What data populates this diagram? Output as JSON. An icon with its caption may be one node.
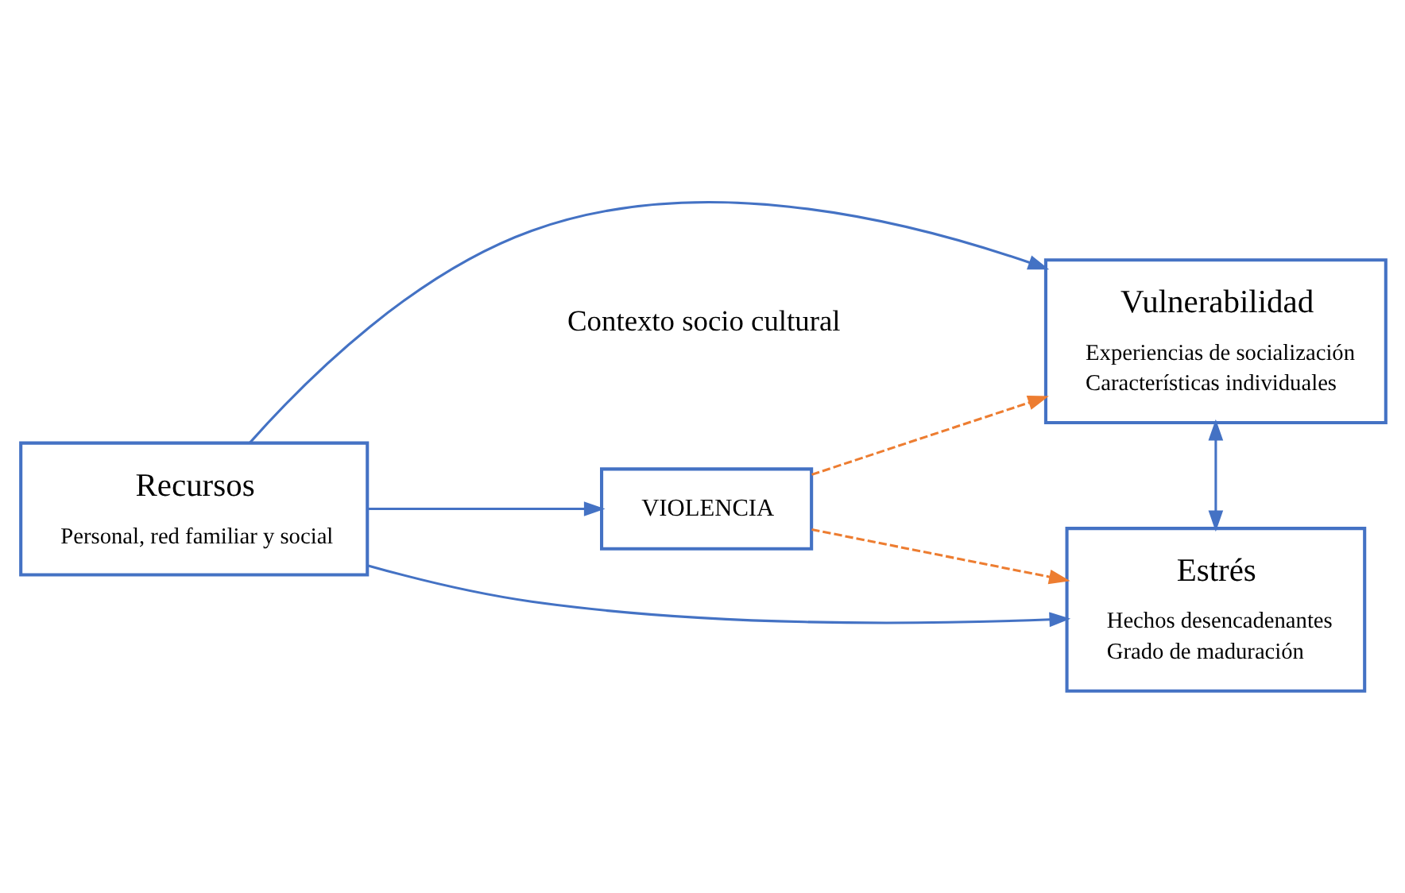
{
  "diagram": {
    "nodes": [
      {
        "text": [
          "Vulnerabilidad",
          "Experiencias de socialización",
          "Características individuales"
        ]
      },
      {
        "text": [
          "Recursos",
          "Personal, red familiar y social"
        ]
      },
      {
        "text": [
          "VIOLENCIA"
        ]
      },
      {
        "text": [
          "Estrés",
          "Hechos desencadenantes",
          "Grado de maduración"
        ]
      }
    ],
    "edges": [
      {
        "from": 1,
        "to": 0,
        "arrow": "to"
      },
      {
        "from": 1,
        "to": 2,
        "arrow": "to"
      },
      {
        "from": 1,
        "to": 3,
        "arrow": "to"
      },
      {
        "from": 0,
        "to": 3,
        "arrow": "both"
      },
      {
        "from": 2,
        "to": 0,
        "arrow": "to",
        "style": "dashed",
        "color": "#ed7d31"
      },
      {
        "from": 2,
        "to": 3,
        "arrow": "to",
        "style": "dashed",
        "color": "#ed7d31"
      }
    ],
    "labels": [
      "Contexto socio cultural"
    ]
  }
}
